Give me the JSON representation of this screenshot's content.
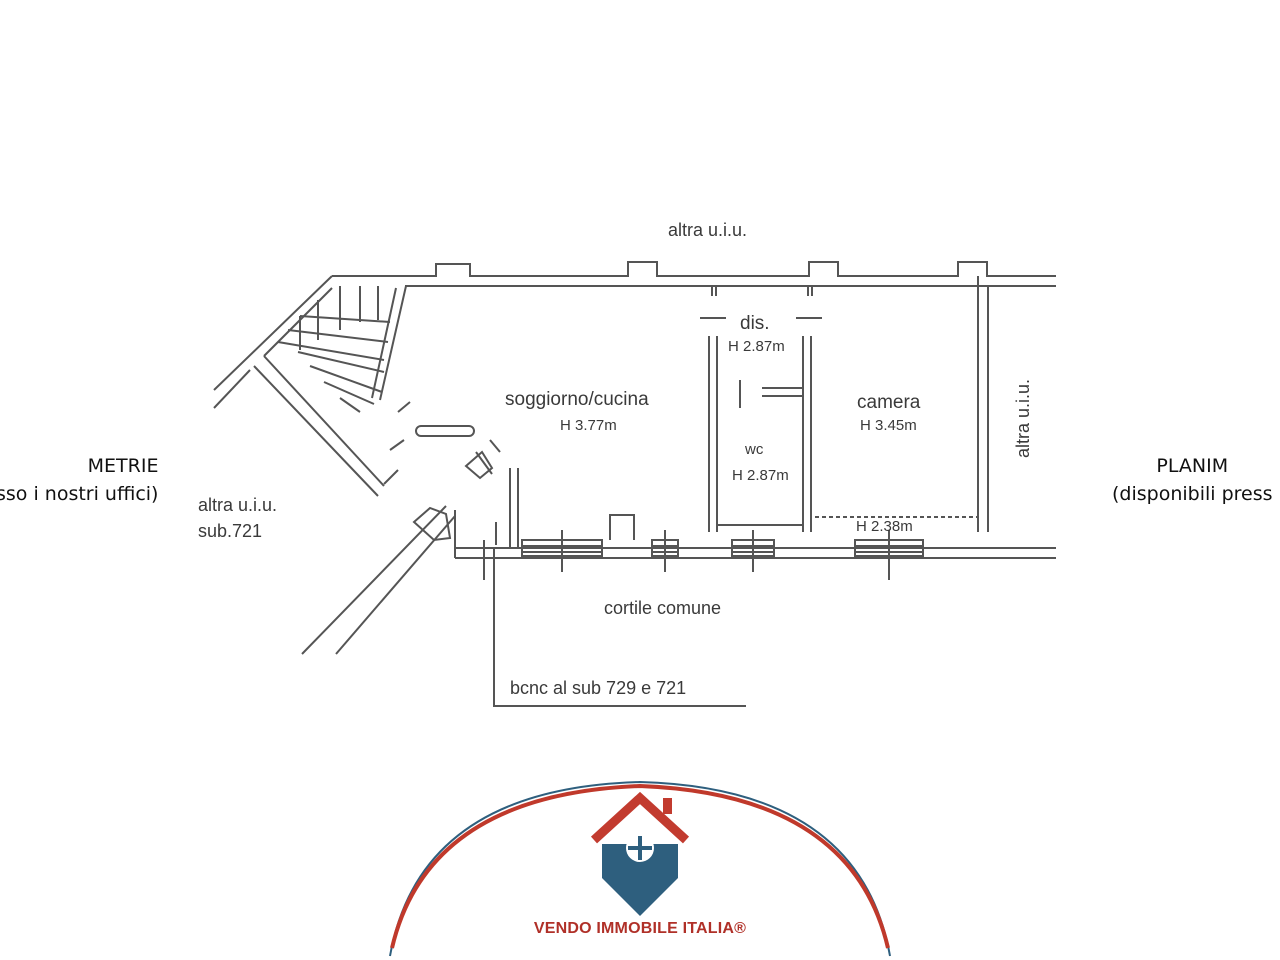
{
  "side_labels": {
    "left_line1": "METRIE",
    "left_line2": "sso i nostri uffici)",
    "right_line1": "PLANIM",
    "right_line2": "(disponibili press"
  },
  "plan_labels": {
    "top_neighbor": "altra u.i.u.",
    "right_neighbor": "altra u.i.u.",
    "left_neighbor_line1": "altra u.i.u.",
    "left_neighbor_line2": "sub.721",
    "courtyard": "cortile comune",
    "bcnc": "bcnc al sub 729 e 721"
  },
  "rooms": {
    "living": {
      "name": "soggiorno/cucina",
      "height": "H 3.77m"
    },
    "hall": {
      "name": "dis.",
      "height": "H 2.87m"
    },
    "wc": {
      "name": "wc",
      "height": "H 2.87m"
    },
    "bedroom": {
      "name": "camera",
      "height": "H 3.45m"
    },
    "loft_height": "H 2.38m"
  },
  "brand": {
    "name": "VENDO IMMOBILE ITALIA®",
    "colors": {
      "arc_red": "#c0392b",
      "arc_blue": "#2e5f7e",
      "pin_blue": "#2e5f7e",
      "roof_red": "#c23b2f"
    }
  },
  "icons": {
    "logo": "house-pin-logo-icon"
  }
}
